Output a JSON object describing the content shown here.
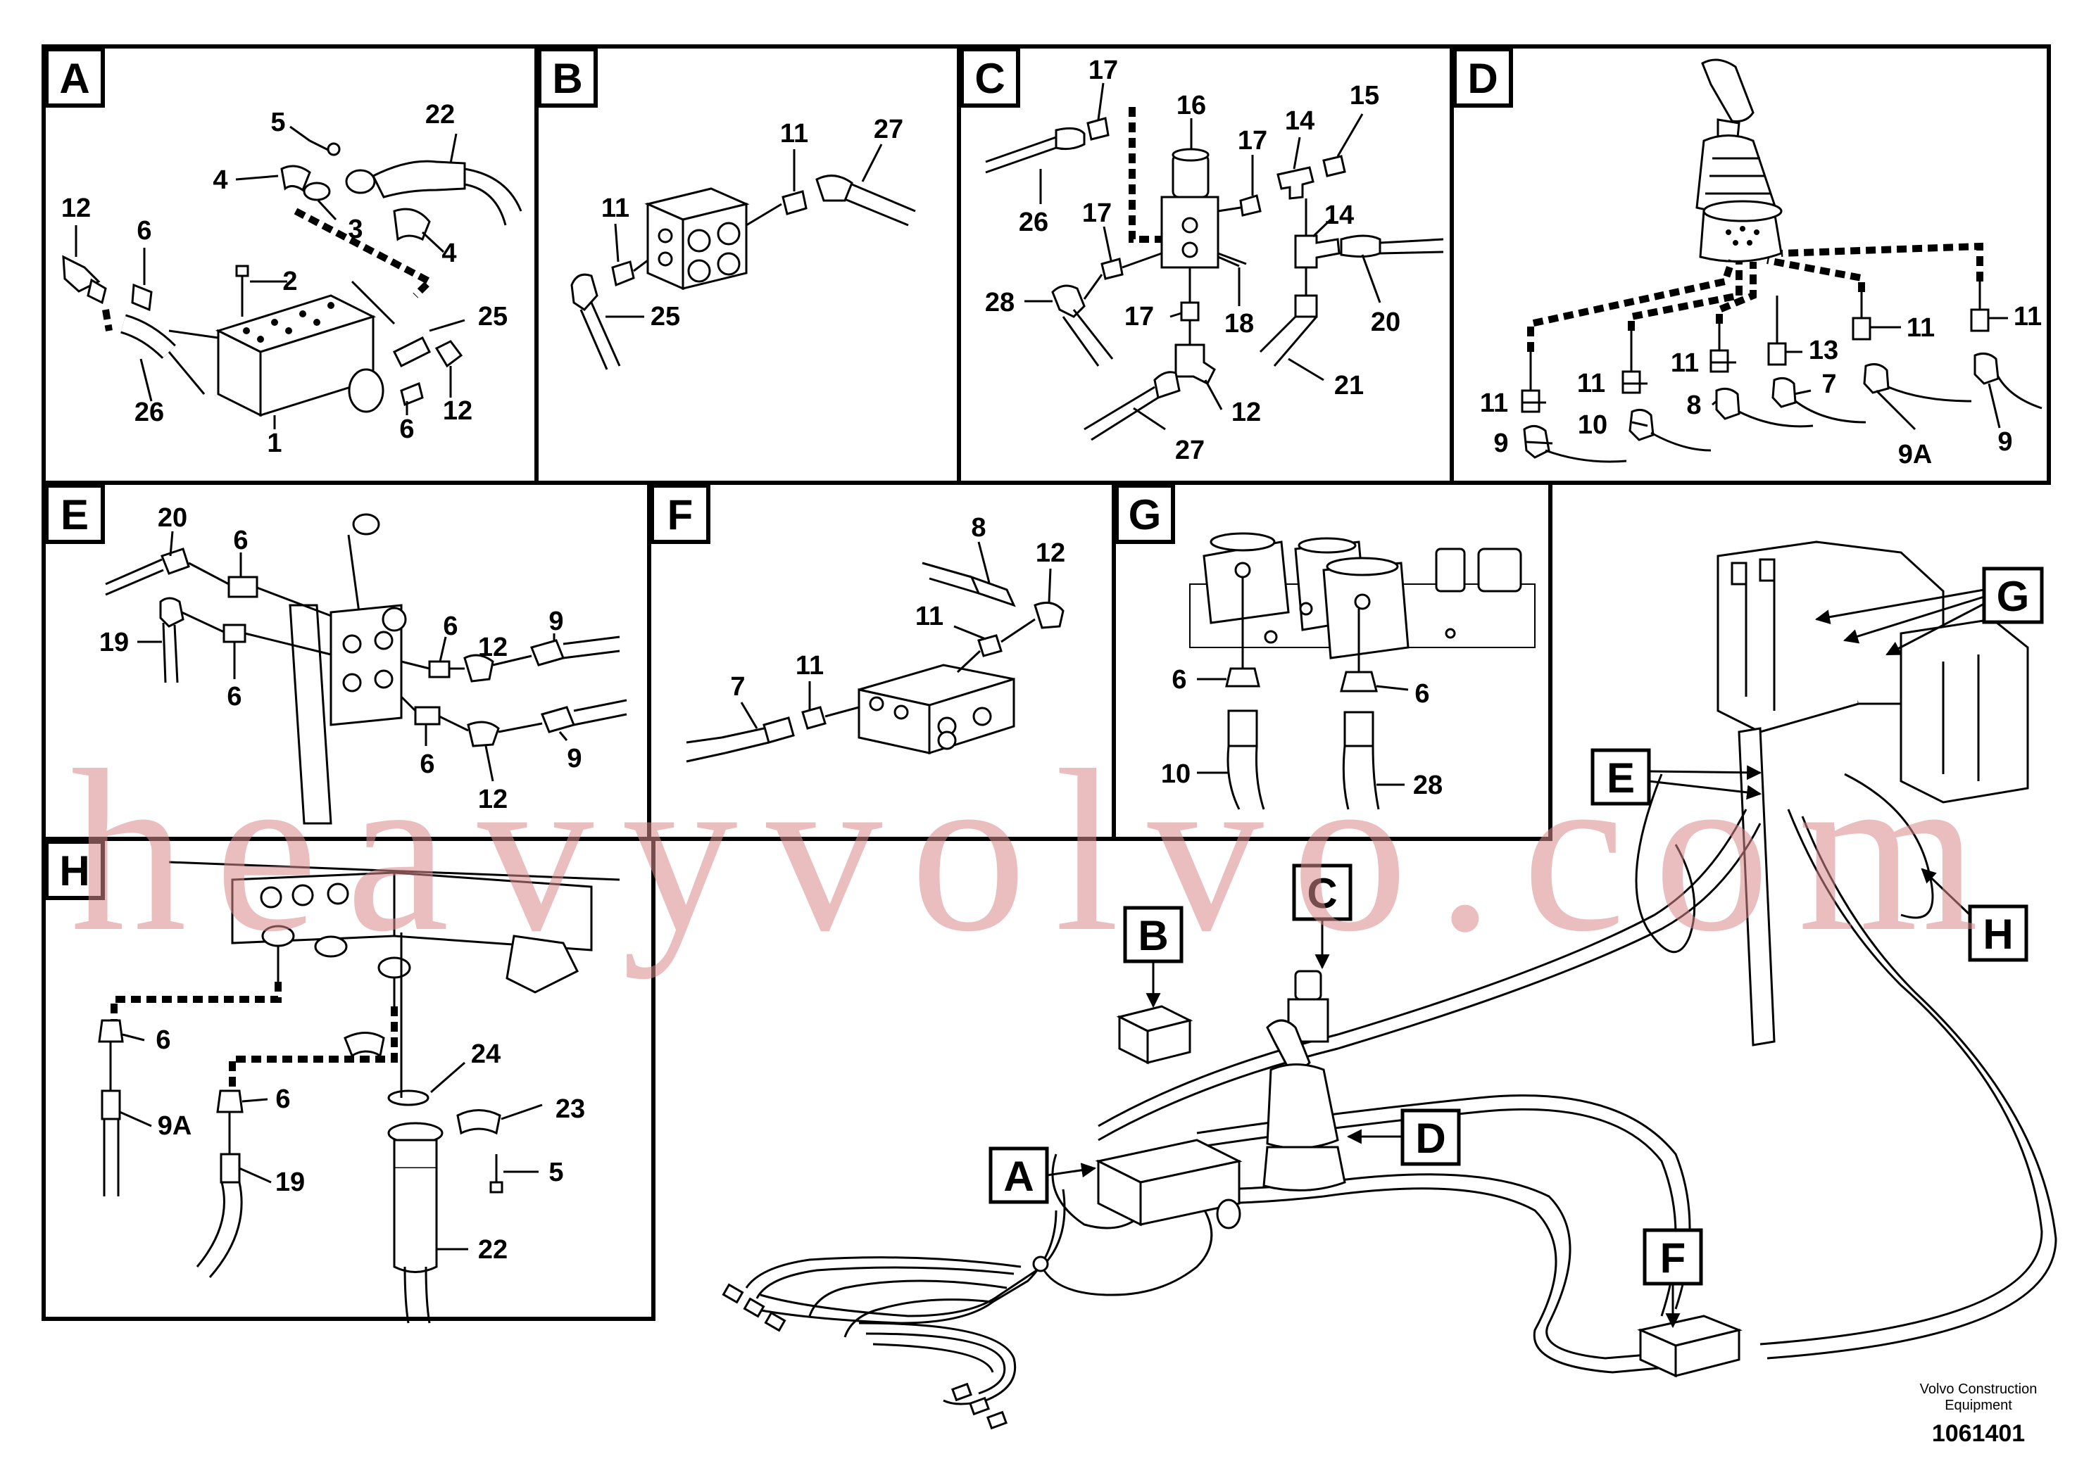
{
  "panels": {
    "A": {
      "letter": "A",
      "callouts": [
        "5",
        "22",
        "4",
        "12",
        "3",
        "6",
        "4",
        "2",
        "25",
        "26",
        "1",
        "6",
        "12"
      ]
    },
    "B": {
      "letter": "B",
      "callouts": [
        "11",
        "27",
        "11",
        "25"
      ]
    },
    "C": {
      "letter": "C",
      "callouts": [
        "17",
        "16",
        "15",
        "17",
        "14",
        "26",
        "17",
        "14",
        "28",
        "17",
        "18",
        "20",
        "21",
        "27",
        "12"
      ]
    },
    "D": {
      "letter": "D",
      "callouts": [
        "11",
        "11",
        "11",
        "13",
        "11",
        "7",
        "11",
        "10",
        "8",
        "9",
        "9A",
        "9"
      ]
    },
    "E": {
      "letter": "E",
      "callouts": [
        "20",
        "6",
        "19",
        "6",
        "12",
        "9",
        "6",
        "6",
        "9",
        "12"
      ]
    },
    "F": {
      "letter": "F",
      "callouts": [
        "8",
        "12",
        "11",
        "7",
        "11"
      ]
    },
    "G": {
      "letter": "G",
      "callouts": [
        "6",
        "6",
        "10",
        "28"
      ]
    },
    "H": {
      "letter": "H",
      "callouts": [
        "6",
        "24",
        "9A",
        "6",
        "23",
        "19",
        "5",
        "22"
      ]
    }
  },
  "overview_labels": {
    "A": "A",
    "B": "B",
    "C": "C",
    "D": "D",
    "E": "E",
    "F": "F",
    "G": "G",
    "H": "H"
  },
  "watermark": "heavyvolvo.com",
  "footer": {
    "brand_line1": "Volvo Construction",
    "brand_line2": "Equipment",
    "drawing_number": "1061401"
  },
  "colors": {
    "line": "#000000",
    "watermark": "#d98a8a",
    "background": "#ffffff"
  }
}
